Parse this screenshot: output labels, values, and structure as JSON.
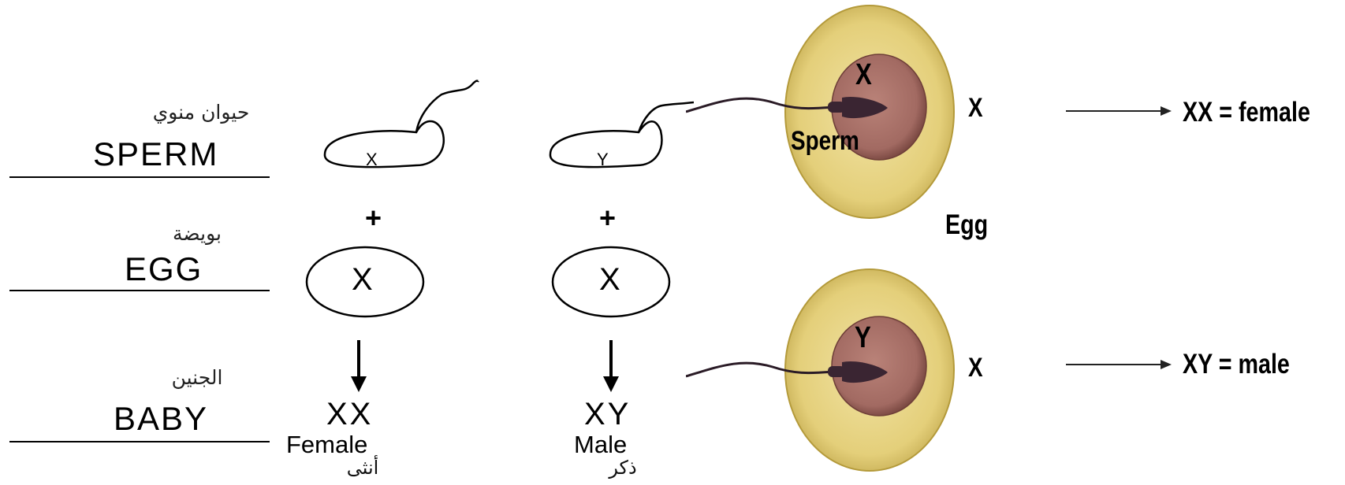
{
  "left_panel": {
    "rows": [
      {
        "arabic": "حيوان منوي",
        "english": "SPERM"
      },
      {
        "arabic": "بويضة",
        "english": "EGG"
      },
      {
        "arabic": "الجنين",
        "english": "BABY"
      }
    ],
    "columns": [
      {
        "sperm_chromosome": "X",
        "plus": "+",
        "egg_chromosome": "X",
        "genotype": "XX",
        "sex": "Female",
        "sex_arabic": "أنثى"
      },
      {
        "sperm_chromosome": "Y",
        "plus": "+",
        "egg_chromosome": "X",
        "genotype": "XY",
        "sex": "Male",
        "sex_arabic": "ذكر"
      }
    ]
  },
  "right_panel": {
    "top": {
      "sperm_chromosome": "X",
      "sperm_label": "Sperm",
      "egg_chromosome": "X",
      "egg_label": "Egg",
      "result": "XX = female"
    },
    "bottom": {
      "sperm_chromosome": "Y",
      "egg_chromosome": "X",
      "result": "XY = male"
    },
    "colors": {
      "egg_outer": "#e6d27e",
      "egg_outer_edge": "#b49a3a",
      "nucleus": "#a86e66",
      "nucleus_edge": "#6e3e38",
      "sperm": "#3a2532"
    }
  }
}
